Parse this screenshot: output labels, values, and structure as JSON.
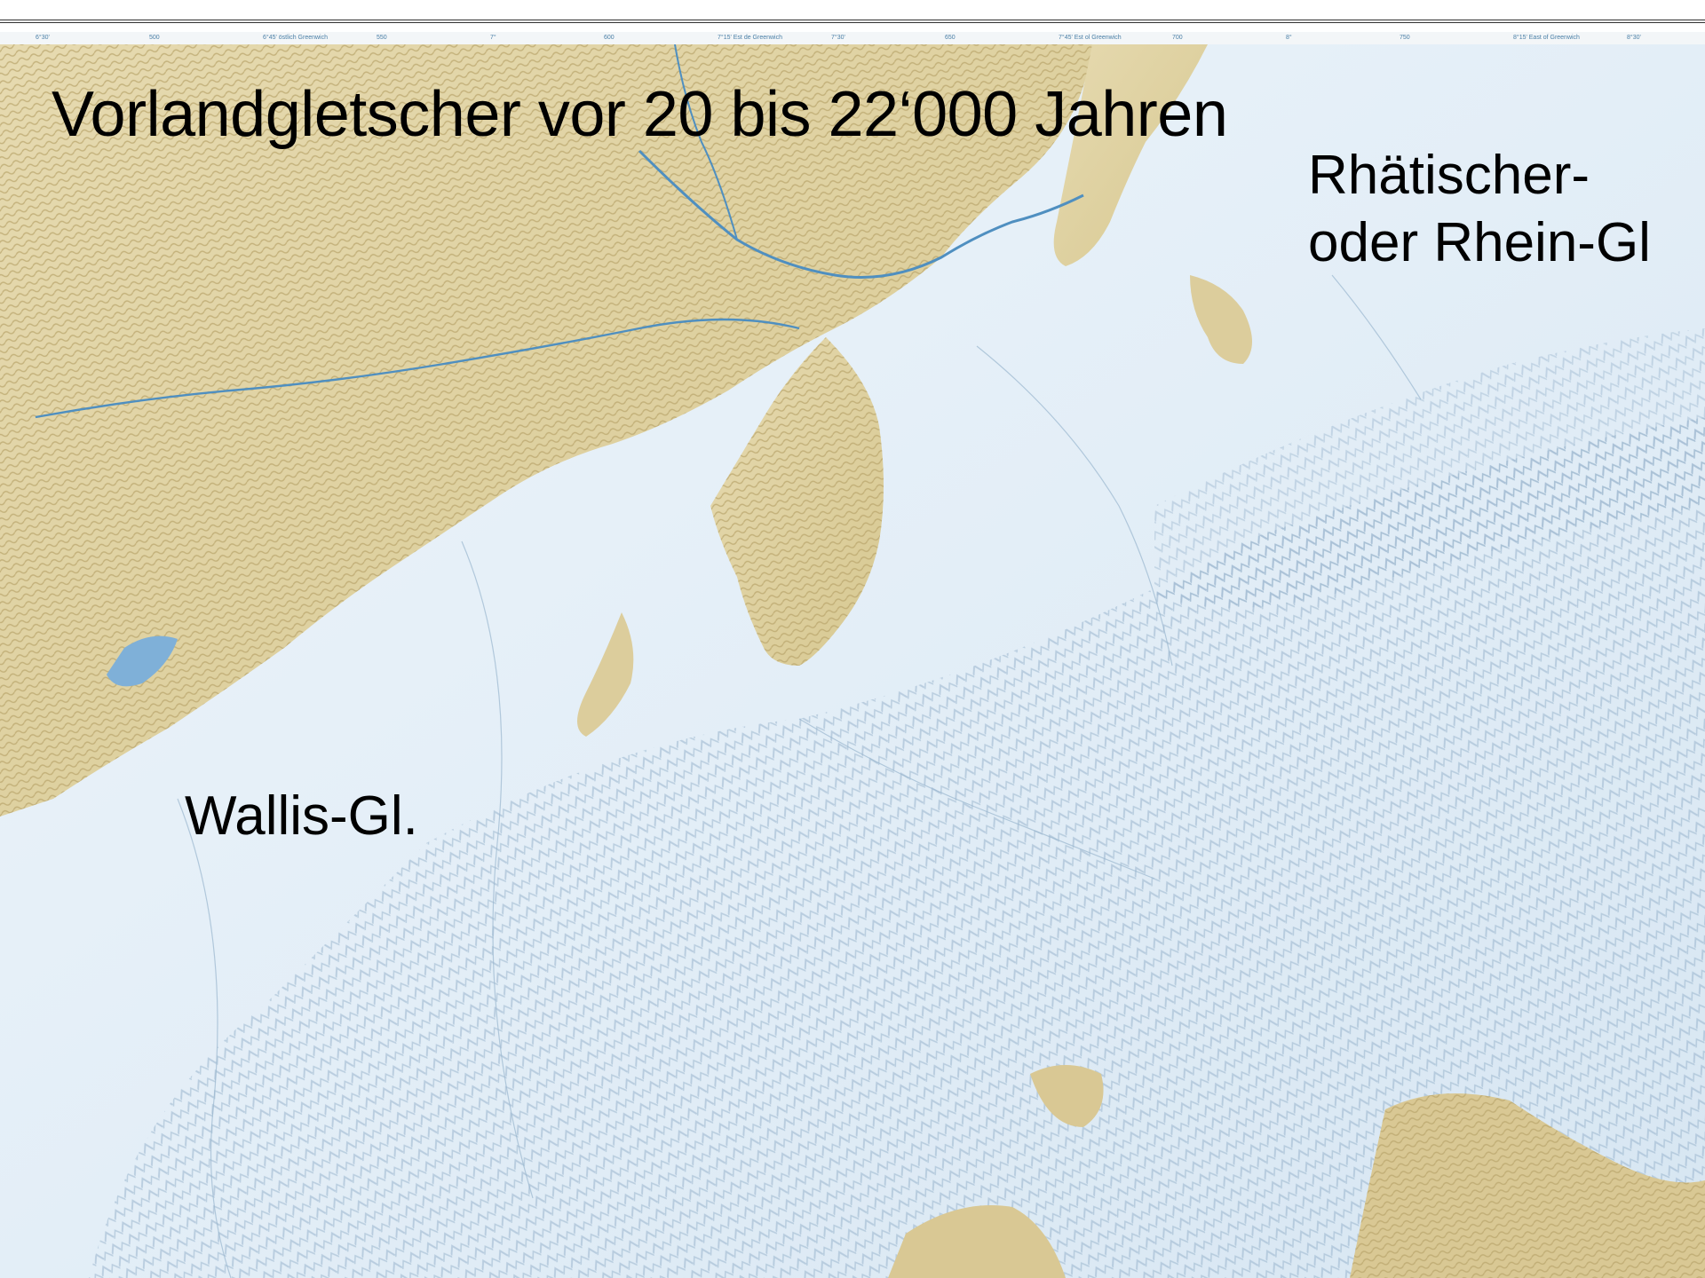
{
  "title": "Vorlandgletscher vor 20 bis 22‘000 Jahren",
  "glacier_labels": {
    "rhine_line1": "Rhätischer-",
    "rhine_line2": "oder Rhein-Gl",
    "wallis": "Wallis-Gl."
  },
  "coordinate_strip": {
    "labels": [
      "6°30'",
      "500",
      "6°45' östlich Greenwich",
      "550",
      "7°",
      "600",
      "7°15' Est de Greenwich",
      "7°30'",
      "650",
      "7°45' Est ol Greenwich",
      "700",
      "8°",
      "750",
      "8°15' East of Greenwich",
      "8°30'"
    ]
  },
  "colors": {
    "ice_light": "#f2f7fb",
    "ice_mid": "#dbe8f3",
    "ice_shadow": "#9fb9d0",
    "land": "#e2d5a8",
    "land_dark": "#bfae78",
    "river": "#4f8fc0",
    "lake": "#6fa7d4",
    "coord_text": "#4a7fa6"
  },
  "icons": [
    "glacier-ice-sheet",
    "exposed-terrain",
    "river",
    "lake"
  ]
}
